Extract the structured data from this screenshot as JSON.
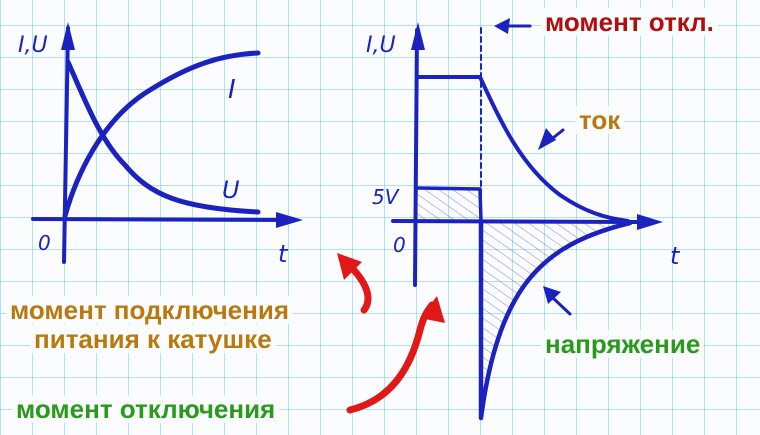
{
  "left_graph": {
    "y_axis_label": "I,U",
    "x_axis_label": "t",
    "origin_label": "0",
    "curve_I_label": "I",
    "curve_U_label": "U"
  },
  "right_graph": {
    "y_axis_label": "I,U",
    "x_axis_label": "t",
    "origin_label": "0",
    "level_label": "5V"
  },
  "annotations": {
    "switch_off_moment_short": "момент откл.",
    "current": "ток",
    "voltage": "напряжение",
    "power_on_line1": "момент подключения",
    "power_on_line2": "питания к катушке",
    "switch_off_moment": "момент отключения"
  },
  "colors": {
    "ink_blue": "#1c22c0",
    "arrow_red": "#e01818",
    "text_red": "#b30d0d",
    "text_brown": "#b8790f",
    "text_green": "#2a9a1c",
    "grid": "#78c8e6"
  },
  "chart_data": [
    {
      "type": "line",
      "title": "Coil energized: current rises, voltage decays",
      "xlabel": "t",
      "ylabel": "I,U",
      "series": [
        {
          "name": "I",
          "shape": "exponential rise from 0 to max"
        },
        {
          "name": "U",
          "shape": "exponential decay from max to ~0"
        }
      ]
    },
    {
      "type": "line",
      "title": "Coil switched off: current decays, negative voltage spike",
      "xlabel": "t",
      "ylabel": "I,U",
      "annotations": [
        "5V",
        "момент откл.",
        "ток",
        "напряжение"
      ],
      "series": [
        {
          "name": "ток",
          "shape": "constant, then exponential decay to 0 after switch-off"
        },
        {
          "name": "напряжение",
          "shape": "constant 5V, then large negative spike decaying to 0"
        }
      ]
    }
  ]
}
